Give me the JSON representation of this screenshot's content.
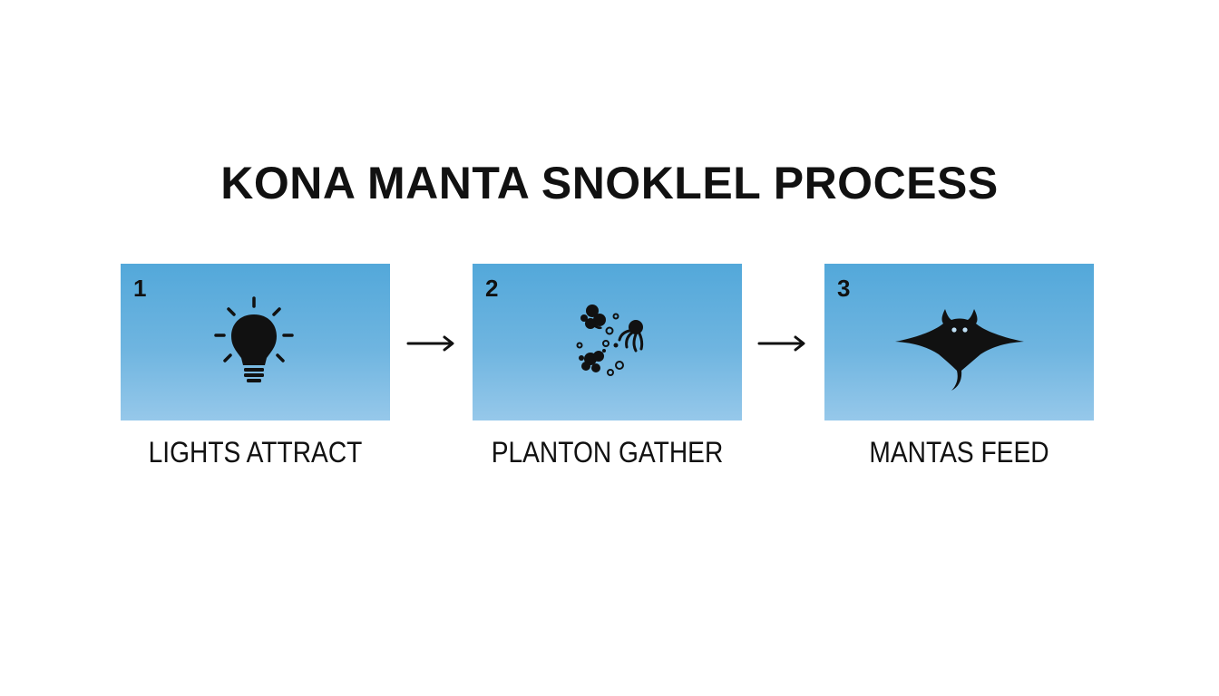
{
  "title": "KONA MANTA SNOKLEL PROCESS",
  "steps": [
    {
      "number": "1",
      "label": "LIGHTS ATTRACT",
      "icon": "lightbulb-icon"
    },
    {
      "number": "2",
      "label": "PLANTON GATHER",
      "icon": "plankton-icon"
    },
    {
      "number": "3",
      "label": "MANTAS FEED",
      "icon": "manta-ray-icon"
    }
  ],
  "colors": {
    "card_top": "#53a8da",
    "card_bottom": "#96c8ea",
    "text": "#111111",
    "background": "#ffffff"
  }
}
